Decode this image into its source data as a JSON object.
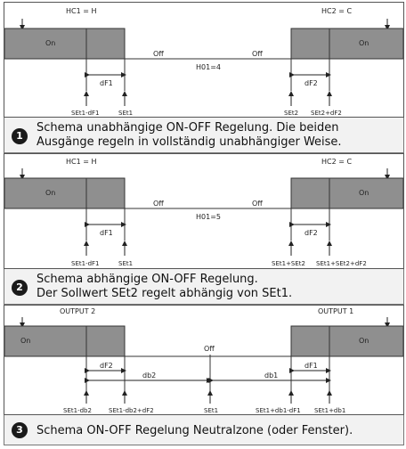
{
  "diagram1": {
    "left_header": "HC1 = H",
    "right_header": "HC2 = C",
    "on_left": "On",
    "on_right": "On",
    "off_left": "Off",
    "off_right": "Off",
    "mode": "H01=4",
    "diff_left": "dF1",
    "diff_right": "dF2",
    "tick1": "SEt1-dF1",
    "tick2": "SEt1",
    "tick3": "SEt2",
    "tick4": "SEt2+dF2"
  },
  "caption1": {
    "number": "1",
    "line1": "Schema unabhängige ON-OFF Regelung. Die beiden",
    "line2": "Ausgänge regeln in vollständig unabhängiger Weise."
  },
  "diagram2": {
    "left_header": "HC1 = H",
    "right_header": "HC2 = C",
    "on_left": "On",
    "on_right": "On",
    "off_left": "Off",
    "off_right": "Off",
    "mode": "H01=5",
    "diff_left": "dF1",
    "diff_right": "dF2",
    "tick1": "SEt1-dF1",
    "tick2": "SEt1",
    "tick3": "SEt1+SEt2",
    "tick4": "SEt1+SEt2+dF2"
  },
  "caption2": {
    "number": "2",
    "line1": "Schema abhängige ON-OFF Regelung.",
    "line2": "Der Sollwert SEt2 regelt abhängig von SEt1."
  },
  "diagram3": {
    "left_header": "OUTPUT 2",
    "right_header": "OUTPUT 1",
    "on_left": "On",
    "on_right": "On",
    "off_center": "Off",
    "diff_left": "dF2",
    "diff_right": "dF1",
    "db_left": "db2",
    "db_right": "db1",
    "tick1": "SEt1-db2",
    "tick2": "SEt1-db2+dF2",
    "tick3": "SEt1",
    "tick4": "SEt1+db1-dF1",
    "tick5": "SEt1+db1"
  },
  "caption3": {
    "number": "3",
    "line1": "Schema ON-OFF Regelung Neutralzone (oder Fenster)."
  }
}
